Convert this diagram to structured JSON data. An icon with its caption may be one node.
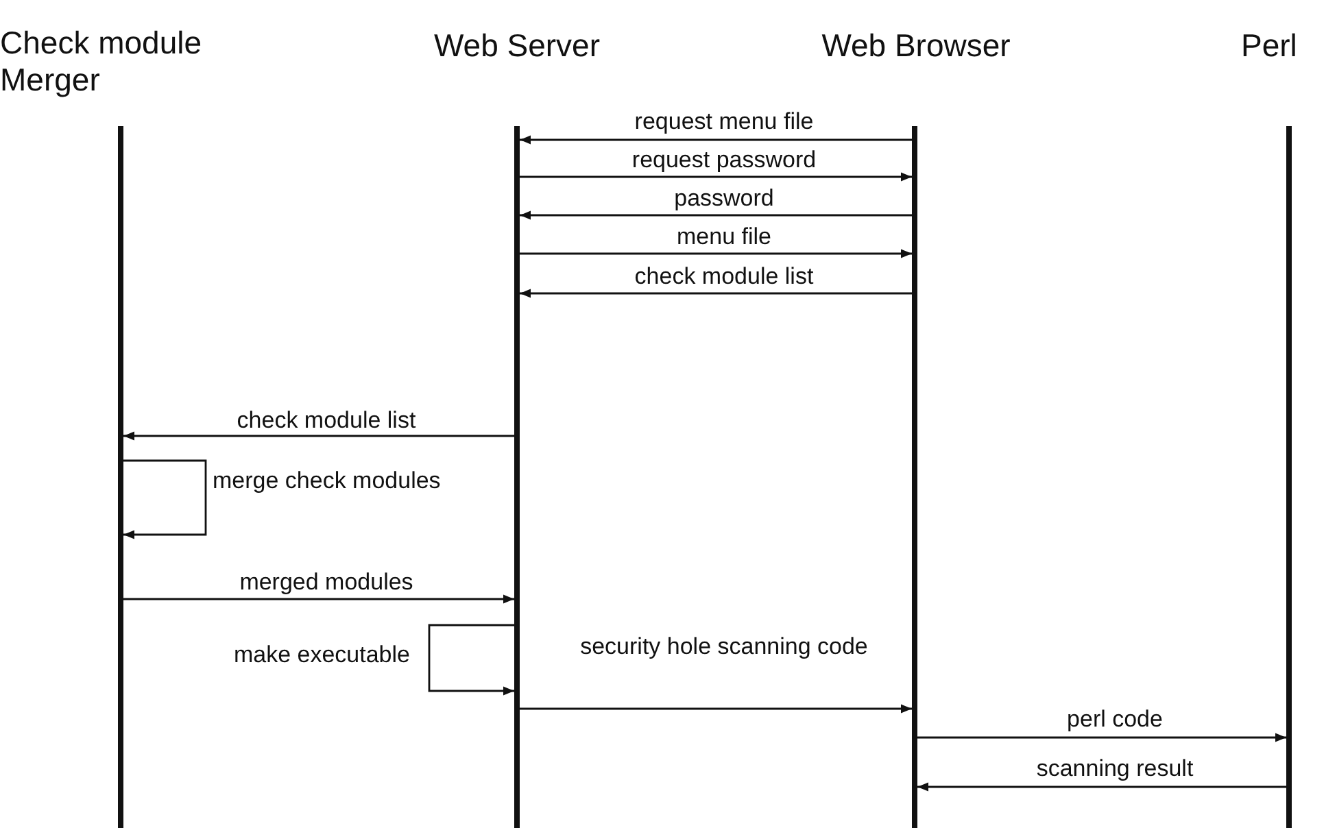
{
  "diagram": {
    "nodes": [
      {
        "text": [
          "Check module Merger"
        ]
      },
      {
        "text": [
          "Web Server"
        ]
      },
      {
        "text": [
          "Web Browser"
        ]
      },
      {
        "text": [
          "Perl"
        ]
      }
    ],
    "edges": [
      {
        "from": 2,
        "to": 1,
        "arrow": "to",
        "label": "request menu file"
      },
      {
        "from": 1,
        "to": 2,
        "arrow": "to",
        "label": "request password"
      },
      {
        "from": 2,
        "to": 1,
        "arrow": "to",
        "label": "password"
      },
      {
        "from": 1,
        "to": 2,
        "arrow": "to",
        "label": "menu file"
      },
      {
        "from": 2,
        "to": 1,
        "arrow": "to",
        "label": "check module list"
      },
      {
        "from": 1,
        "to": 0,
        "arrow": "to",
        "label": "check module list"
      },
      {
        "from": 0,
        "to": 0,
        "arrow": "to",
        "label": "merge check modules"
      },
      {
        "from": 0,
        "to": 1,
        "arrow": "to",
        "label": "merged modules"
      },
      {
        "from": 1,
        "to": 1,
        "arrow": "to",
        "label": "make executable"
      },
      {
        "from": 1,
        "to": 2,
        "arrow": "to",
        "label": "security hole scanning code"
      },
      {
        "from": 2,
        "to": 3,
        "arrow": "to",
        "label": "perl code"
      },
      {
        "from": 3,
        "to": 2,
        "arrow": "to",
        "label": "scanning result"
      }
    ]
  }
}
